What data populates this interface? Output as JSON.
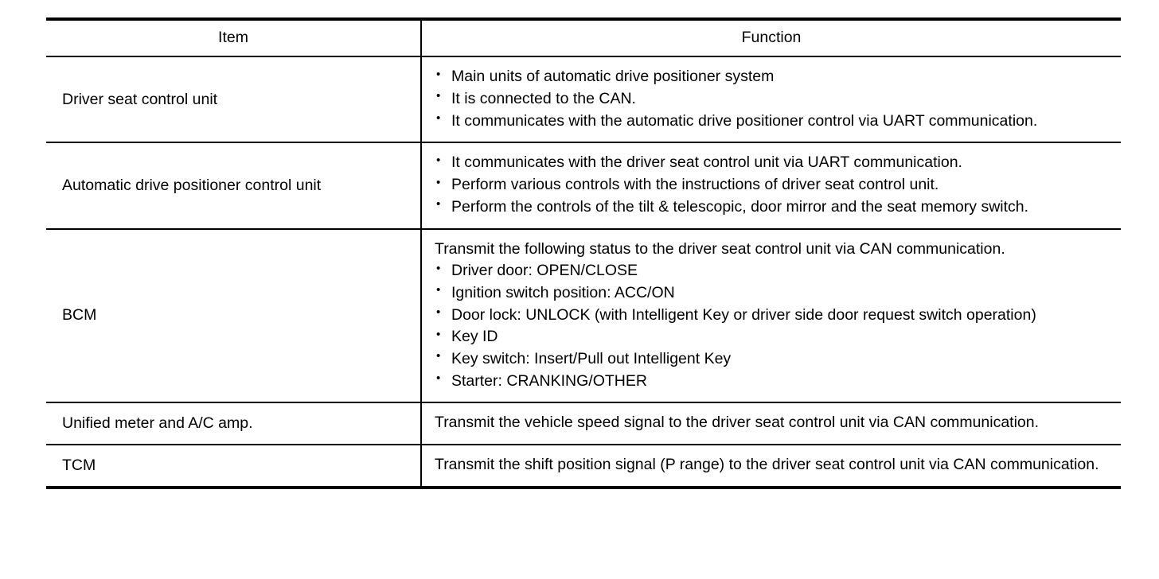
{
  "table": {
    "headers": {
      "item": "Item",
      "function": "Function"
    },
    "rows": [
      {
        "item": "Driver seat control unit",
        "lead": "",
        "bullets": [
          "Main units of automatic drive positioner system",
          "It is connected to the CAN.",
          "It communicates with the automatic drive positioner control via UART communication."
        ]
      },
      {
        "item": "Automatic drive positioner control unit",
        "lead": "",
        "bullets": [
          "It communicates with the driver seat control unit via UART communication.",
          "Perform various controls with the instructions of driver seat control unit.",
          "Perform the controls of the tilt & telescopic, door mirror and the seat memory switch."
        ]
      },
      {
        "item": "BCM",
        "lead": "Transmit the following status to the driver seat control unit via CAN communication.",
        "bullets": [
          "Driver door: OPEN/CLOSE",
          "Ignition switch position: ACC/ON",
          "Door lock: UNLOCK (with Intelligent Key or driver side door request switch operation)",
          "Key ID",
          "Key switch: Insert/Pull out Intelligent Key",
          "Starter: CRANKING/OTHER"
        ]
      },
      {
        "item": "Unified meter and A/C amp.",
        "lead": "Transmit the vehicle speed signal to the driver seat control unit via CAN communication.",
        "bullets": []
      },
      {
        "item": "TCM",
        "lead": "Transmit the shift position signal (P range) to the driver seat control unit via CAN communication.",
        "bullets": []
      }
    ]
  }
}
